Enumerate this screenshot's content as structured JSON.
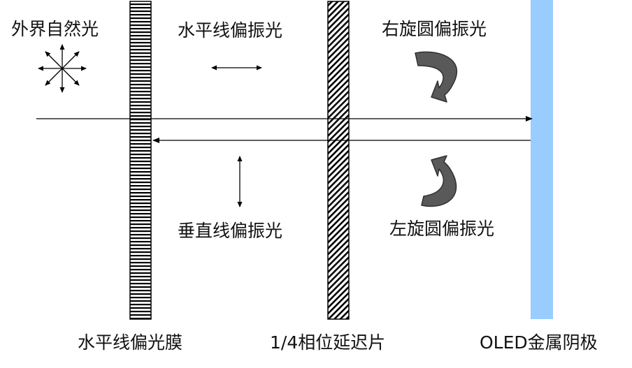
{
  "labels": {
    "ambient_light": "外界自然光",
    "horizontal_polarized_light": "水平线偏振光",
    "vertical_polarized_light": "垂直线偏振光",
    "right_circular_light": "右旋圆偏振光",
    "left_circular_light": "左旋圆偏振光",
    "polarizer_film": "水平线偏光膜",
    "quarter_wave_plate": "1/4相位延迟片",
    "oled_cathode": "OLED金属阴极"
  },
  "colors": {
    "cathode": "#99ccff",
    "curved_arrow_fill": "#595959",
    "curved_arrow_stroke": "#2f2f2f",
    "line": "#000000"
  }
}
